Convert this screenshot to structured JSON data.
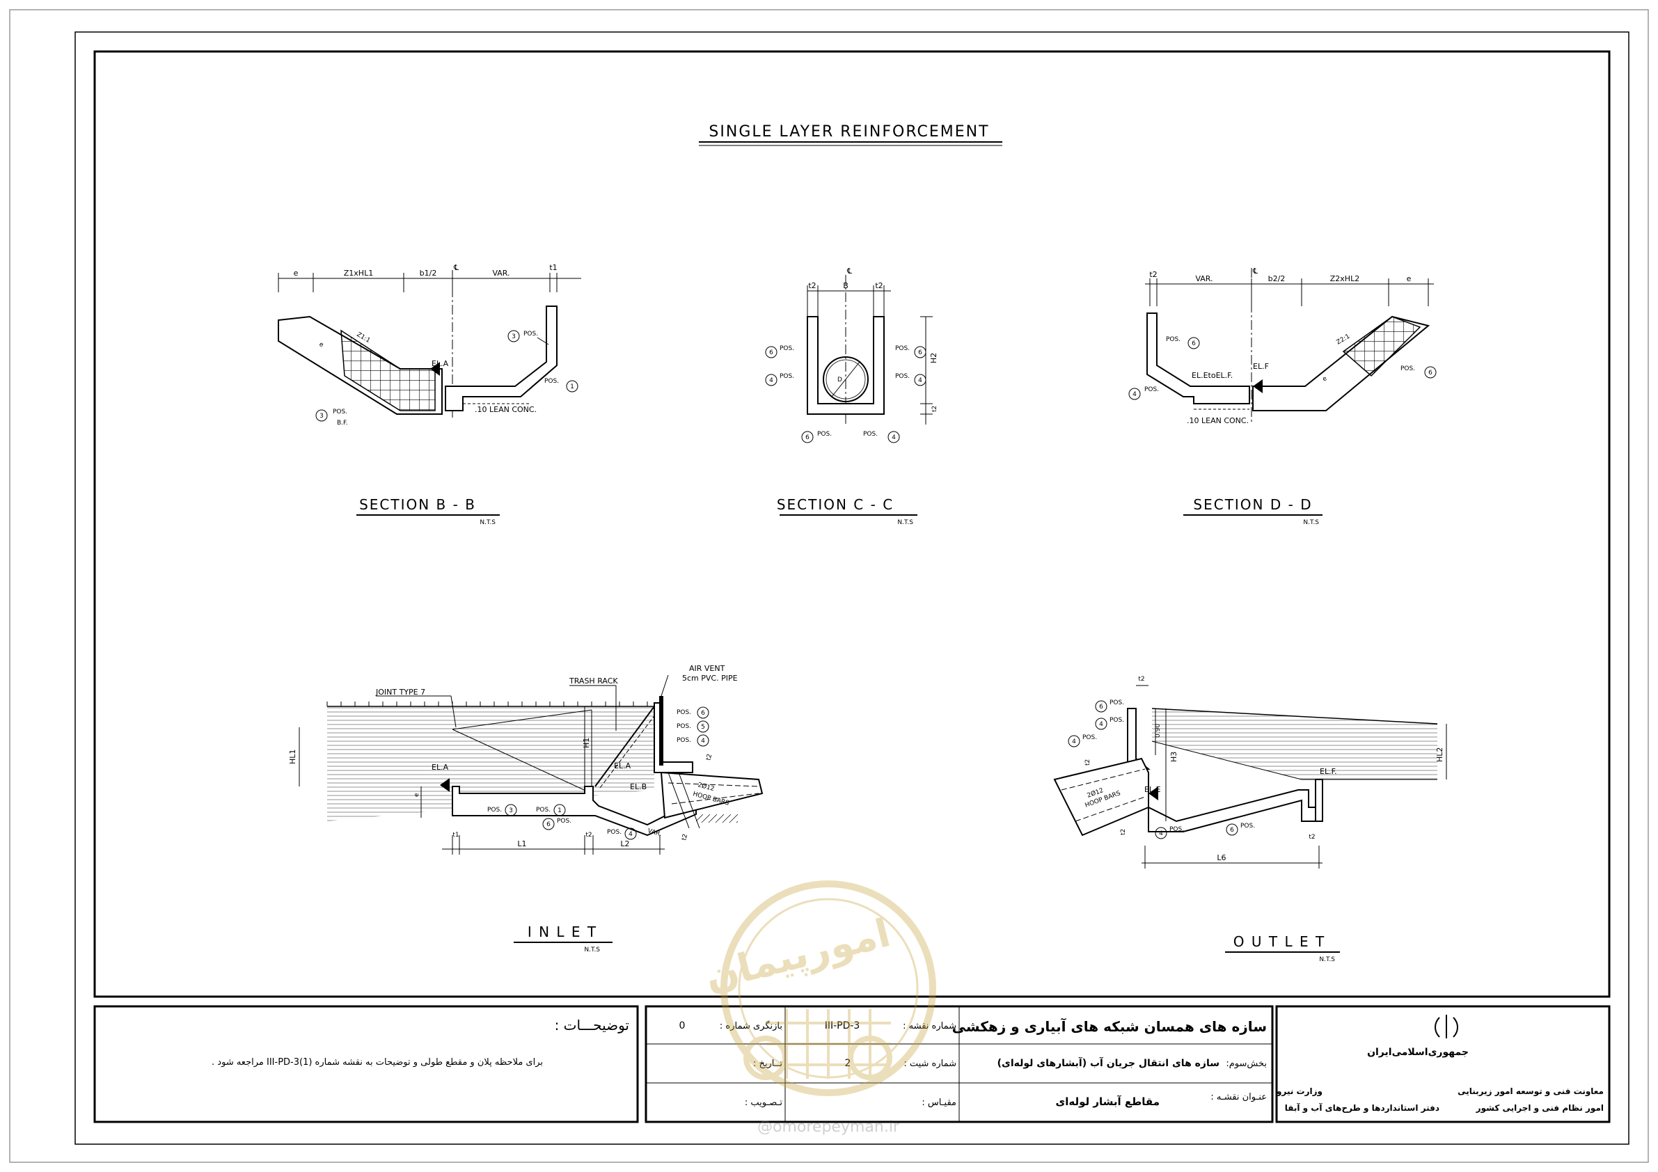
{
  "drawing": {
    "main_title": "SINGLE LAYER REINFORCEMENT",
    "scale_note": "N.T.S",
    "sections": {
      "bb": {
        "title": "SECTION  B - B",
        "dims": [
          "e",
          "Z1xHL1",
          "b1/2",
          "VAR.",
          "t1"
        ],
        "slope": "Z1:1",
        "dim_e": "e",
        "el": "EL.A",
        "lean": ".10 LEAN CONC.",
        "pos": "POS.",
        "bf": "B.F.",
        "n1": "1",
        "n3": "3"
      },
      "cc": {
        "title": "SECTION  C - C",
        "dims": [
          "t2",
          "B",
          "t2"
        ],
        "side_dims": [
          "H2",
          "t2"
        ],
        "pipe": "D",
        "pos": "POS.",
        "n4": "4",
        "n6": "6"
      },
      "dd": {
        "title": "SECTION  D - D",
        "dims": [
          "t2",
          "VAR.",
          "b2/2",
          "Z2xHL2",
          "e"
        ],
        "slope": "Z2:1",
        "dim_e": "e",
        "el_pair": "EL.EtoEL.F.",
        "el_f": "EL.F",
        "lean": ".10 LEAN CONC.",
        "pos": "POS.",
        "n4": "4",
        "n6": "6"
      }
    },
    "inlet": {
      "title": "I N L E T",
      "labels": {
        "joint": "JOINT TYPE 7",
        "trash": "TRASH RACK",
        "air": "AIR VENT",
        "pvc": "5cm PVC. PIPE",
        "hl1": "HL1",
        "h1": "H1",
        "ela": "EL.A",
        "ela2": "EL.A",
        "elb": "EL.B",
        "hoop1": "2Ø12",
        "hoop2": "HOOP BARS",
        "e": "e",
        "t1": "t1",
        "l1": "L1",
        "t2a": "t2",
        "l2": "L2",
        "var": "VAR.",
        "t2b": "t2",
        "t2c": "t2",
        "pos": "POS."
      },
      "nums": [
        "6",
        "5",
        "4",
        "3",
        "1",
        "6",
        "4"
      ]
    },
    "outlet": {
      "title": "O U T L E T",
      "labels": {
        "t2": "t2",
        "h090": "0.90",
        "h3": "H3",
        "hl2": "HL2",
        "elf": "EL.F.",
        "ele": "EL.E",
        "hoop1": "2Ø12",
        "hoop2": "HOOP BARS",
        "t2b": "t2",
        "t2c": "t2",
        "t2d": "t2",
        "l6": "L6",
        "pos": "POS."
      },
      "nums": [
        "6",
        "4",
        "4",
        "4",
        "6"
      ]
    }
  },
  "title_block": {
    "notes_title": "توضیحـــات :",
    "notes_text": "برای ملاحظه پلان و مقطع طولی و توضیحات به نقشه شماره  III-PD-3(1)  مراجعه شود .",
    "revision_label": "بازنگری شماره :",
    "revision_value": "0",
    "date_label": "تــاریخ :",
    "approval_label": "تـصـویب :",
    "drawing_no_label": "شماره نقشه :",
    "drawing_no_value": "III-PD-3",
    "sheet_no_label": "شماره شیت :",
    "sheet_no_value": "2",
    "scale_label": "مقیـاس :",
    "project_title": "سازه های همسان شبکه های آبیاری و زهکشی",
    "part_label": "بخش‌سوم:",
    "part_value": "سازه های انتقال جریان آب  (آبشارهای لوله‌ای)",
    "sheet_title_label": "عنـوان نقشـه :",
    "sheet_title_value": "مقاطع آبشار لوله‌ای",
    "country": "جمهوری‌اسلامی‌ایران",
    "org_1a": "معاونت فنی و توسعه امور زیربنایی",
    "org_1b": "وزارت نیرو",
    "org_2a": "امور نظام فنی و اجرایی کشور",
    "org_2b": "دفتر استانداردها و طرح‌های آب و آبفا"
  },
  "watermark": {
    "logo_text": "امورپیمان",
    "url": "@omorepeyman.ir"
  }
}
